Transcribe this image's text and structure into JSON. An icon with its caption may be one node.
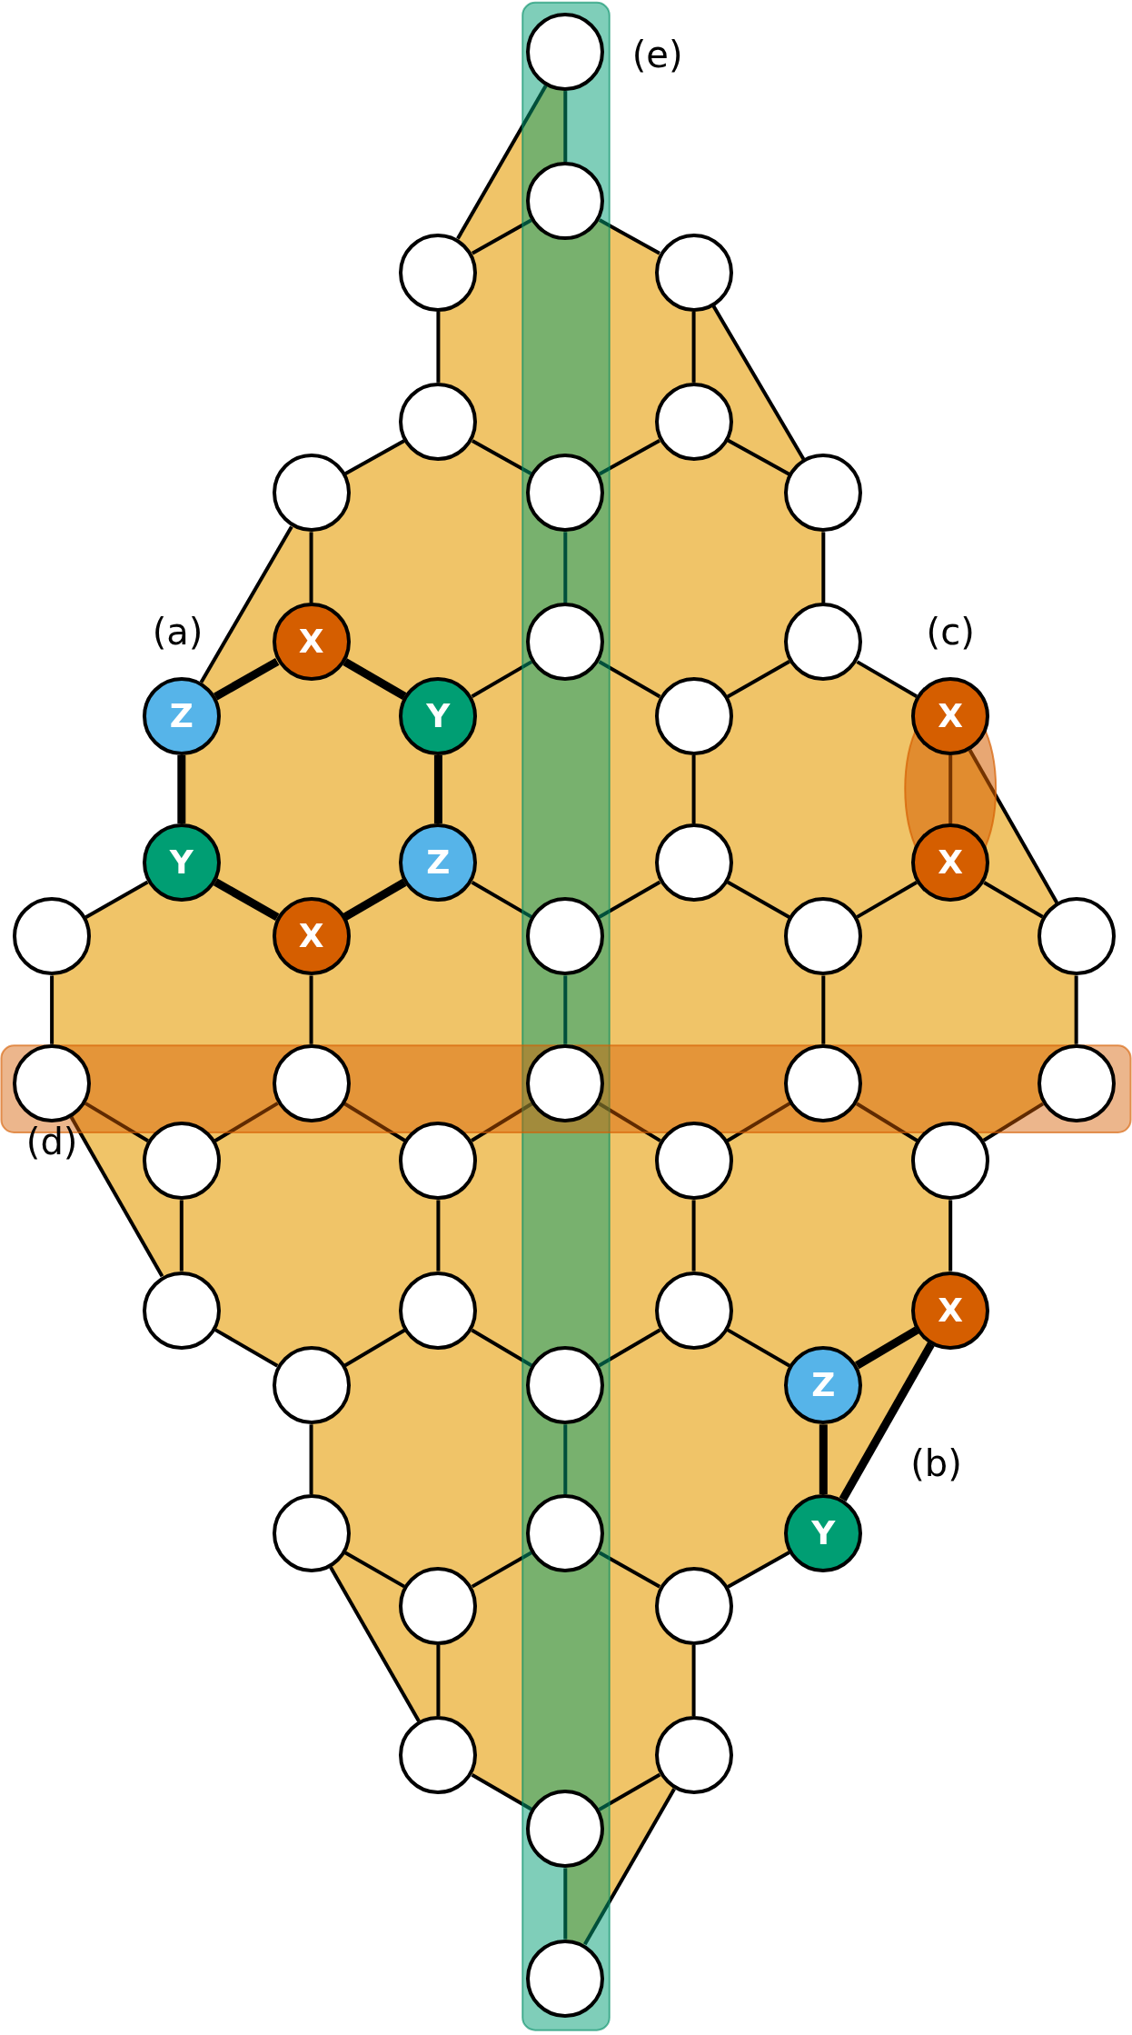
{
  "diagram": {
    "nodes": [
      {
        "text": [],
        "shape": "circle"
      },
      {
        "text": [],
        "shape": "circle"
      },
      {
        "text": [],
        "shape": "circle"
      },
      {
        "text": [],
        "shape": "circle"
      },
      {
        "text": [],
        "shape": "circle"
      },
      {
        "text": [],
        "shape": "circle"
      },
      {
        "text": [],
        "shape": "circle"
      },
      {
        "text": [],
        "shape": "circle"
      },
      {
        "text": [],
        "shape": "circle"
      },
      {
        "text": [
          "X"
        ]
      },
      {
        "text": [],
        "shape": "circle"
      },
      {
        "text": [],
        "shape": "circle"
      },
      {
        "text": [
          "Z"
        ]
      },
      {
        "text": [
          "Y"
        ]
      },
      {
        "text": [],
        "shape": "circle"
      },
      {
        "text": [
          "X"
        ]
      },
      {
        "text": [
          "Y"
        ]
      },
      {
        "text": [
          "Z"
        ]
      },
      {
        "text": [],
        "shape": "circle"
      },
      {
        "text": [
          "X"
        ]
      },
      {
        "text": [],
        "shape": "circle"
      },
      {
        "text": [
          "X"
        ]
      },
      {
        "text": [],
        "shape": "circle"
      },
      {
        "text": [],
        "shape": "circle"
      },
      {
        "text": [],
        "shape": "circle"
      },
      {
        "text": [],
        "shape": "circle"
      },
      {
        "text": [],
        "shape": "circle"
      },
      {
        "text": [],
        "shape": "circle"
      },
      {
        "text": [],
        "shape": "circle"
      },
      {
        "text": [],
        "shape": "circle"
      },
      {
        "text": [],
        "shape": "circle"
      },
      {
        "text": [],
        "shape": "circle"
      },
      {
        "text": [],
        "shape": "circle"
      },
      {
        "text": [],
        "shape": "circle"
      },
      {
        "text": [],
        "shape": "circle"
      },
      {
        "text": [],
        "shape": "circle"
      },
      {
        "text": [],
        "shape": "circle"
      },
      {
        "text": [
          "X"
        ]
      },
      {
        "text": [],
        "shape": "circle"
      },
      {
        "text": [],
        "shape": "circle"
      },
      {
        "text": [
          "Z"
        ]
      },
      {
        "text": [],
        "shape": "circle"
      },
      {
        "text": [],
        "shape": "circle"
      },
      {
        "text": [
          "Y"
        ]
      },
      {
        "text": [],
        "shape": "circle"
      },
      {
        "text": [],
        "shape": "circle"
      },
      {
        "text": [],
        "shape": "circle"
      },
      {
        "text": [],
        "shape": "circle"
      },
      {
        "text": [],
        "shape": "circle"
      },
      {
        "text": [],
        "shape": "circle"
      }
    ],
    "edges": [
      {
        "from": 0,
        "to": 1,
        "arrow": "none"
      },
      {
        "from": 0,
        "to": 2,
        "arrow": "none"
      },
      {
        "from": 1,
        "to": 2,
        "arrow": "none"
      },
      {
        "from": 1,
        "to": 3,
        "arrow": "none"
      },
      {
        "from": 2,
        "to": 4,
        "arrow": "none"
      },
      {
        "from": 3,
        "to": 5,
        "arrow": "none"
      },
      {
        "from": 3,
        "to": 8,
        "arrow": "none"
      },
      {
        "from": 4,
        "to": 6,
        "arrow": "none"
      },
      {
        "from": 4,
        "to": 7,
        "arrow": "none"
      },
      {
        "from": 5,
        "to": 7,
        "arrow": "none"
      },
      {
        "from": 5,
        "to": 8,
        "arrow": "none"
      },
      {
        "from": 6,
        "to": 9,
        "arrow": "none"
      },
      {
        "from": 7,
        "to": 10,
        "arrow": "none"
      },
      {
        "from": 8,
        "to": 11,
        "arrow": "none"
      },
      {
        "from": 6,
        "to": 12,
        "arrow": "none"
      },
      {
        "from": 9,
        "to": 12,
        "arrow": "none",
        "style": "thick"
      },
      {
        "from": 9,
        "to": 13,
        "arrow": "none",
        "style": "thick"
      },
      {
        "from": 10,
        "to": 13,
        "arrow": "none"
      },
      {
        "from": 10,
        "to": 14,
        "arrow": "none"
      },
      {
        "from": 11,
        "to": 14,
        "arrow": "none"
      },
      {
        "from": 11,
        "to": 15,
        "arrow": "none"
      },
      {
        "from": 12,
        "to": 16,
        "arrow": "none",
        "style": "thick"
      },
      {
        "from": 13,
        "to": 17,
        "arrow": "none",
        "style": "thick"
      },
      {
        "from": 14,
        "to": 18,
        "arrow": "none"
      },
      {
        "from": 15,
        "to": 19,
        "arrow": "none"
      },
      {
        "from": 15,
        "to": 24,
        "arrow": "none"
      },
      {
        "from": 16,
        "to": 20,
        "arrow": "none"
      },
      {
        "from": 16,
        "to": 21,
        "arrow": "none",
        "style": "thick"
      },
      {
        "from": 17,
        "to": 21,
        "arrow": "none",
        "style": "thick"
      },
      {
        "from": 17,
        "to": 22,
        "arrow": "none"
      },
      {
        "from": 18,
        "to": 22,
        "arrow": "none"
      },
      {
        "from": 18,
        "to": 23,
        "arrow": "none"
      },
      {
        "from": 19,
        "to": 23,
        "arrow": "none"
      },
      {
        "from": 19,
        "to": 24,
        "arrow": "none"
      },
      {
        "from": 20,
        "to": 25,
        "arrow": "none"
      },
      {
        "from": 21,
        "to": 26,
        "arrow": "none"
      },
      {
        "from": 22,
        "to": 27,
        "arrow": "none"
      },
      {
        "from": 23,
        "to": 28,
        "arrow": "none"
      },
      {
        "from": 24,
        "to": 29,
        "arrow": "none"
      },
      {
        "from": 25,
        "to": 30,
        "arrow": "none"
      },
      {
        "from": 25,
        "to": 34,
        "arrow": "none"
      },
      {
        "from": 26,
        "to": 30,
        "arrow": "none"
      },
      {
        "from": 26,
        "to": 31,
        "arrow": "none"
      },
      {
        "from": 27,
        "to": 31,
        "arrow": "none"
      },
      {
        "from": 27,
        "to": 32,
        "arrow": "none"
      },
      {
        "from": 28,
        "to": 32,
        "arrow": "none"
      },
      {
        "from": 28,
        "to": 33,
        "arrow": "none"
      },
      {
        "from": 29,
        "to": 33,
        "arrow": "none"
      },
      {
        "from": 30,
        "to": 34,
        "arrow": "none"
      },
      {
        "from": 31,
        "to": 35,
        "arrow": "none"
      },
      {
        "from": 32,
        "to": 36,
        "arrow": "none"
      },
      {
        "from": 33,
        "to": 37,
        "arrow": "none"
      },
      {
        "from": 34,
        "to": 38,
        "arrow": "none"
      },
      {
        "from": 35,
        "to": 38,
        "arrow": "none"
      },
      {
        "from": 35,
        "to": 39,
        "arrow": "none"
      },
      {
        "from": 36,
        "to": 39,
        "arrow": "none"
      },
      {
        "from": 36,
        "to": 40,
        "arrow": "none"
      },
      {
        "from": 37,
        "to": 40,
        "arrow": "none",
        "style": "thick"
      },
      {
        "from": 37,
        "to": 43,
        "arrow": "none",
        "style": "thick"
      },
      {
        "from": 38,
        "to": 41,
        "arrow": "none"
      },
      {
        "from": 39,
        "to": 42,
        "arrow": "none"
      },
      {
        "from": 40,
        "to": 43,
        "arrow": "none",
        "style": "thick"
      },
      {
        "from": 41,
        "to": 44,
        "arrow": "none"
      },
      {
        "from": 41,
        "to": 46,
        "arrow": "none"
      },
      {
        "from": 42,
        "to": 44,
        "arrow": "none"
      },
      {
        "from": 42,
        "to": 45,
        "arrow": "none"
      },
      {
        "from": 43,
        "to": 45,
        "arrow": "none"
      },
      {
        "from": 44,
        "to": 46,
        "arrow": "none"
      },
      {
        "from": 45,
        "to": 47,
        "arrow": "none"
      },
      {
        "from": 46,
        "to": 48,
        "arrow": "none"
      },
      {
        "from": 47,
        "to": 48,
        "arrow": "none"
      },
      {
        "from": 47,
        "to": 49,
        "arrow": "none"
      },
      {
        "from": 48,
        "to": 49,
        "arrow": "none"
      }
    ],
    "labels": [
      "(e)",
      "(a)",
      "(c)",
      "(d)",
      "(b)"
    ]
  }
}
